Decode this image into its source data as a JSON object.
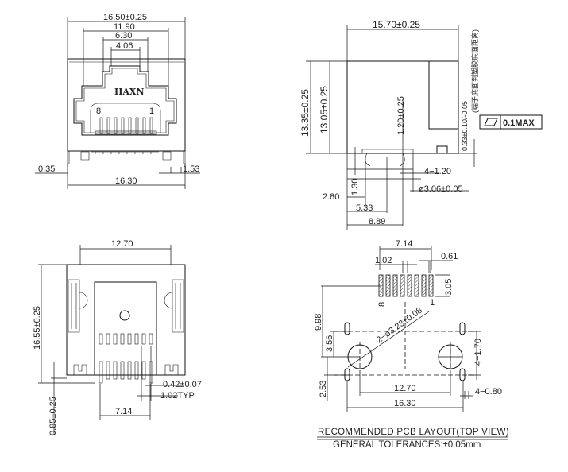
{
  "front_view": {
    "width_overall": "16.50±0.25",
    "dim_11_90": "11.90",
    "dim_6_30": "6.30",
    "dim_4_06": "4.06",
    "logo": "HAXN",
    "pin_8": "8",
    "pin_1": "1",
    "dim_0_35": "0.35",
    "dim_1_53": "1.53",
    "width_base": "16.30"
  },
  "side_view": {
    "length": "15.70±0.25",
    "height_total": "13.35±0.25",
    "height_body": "13.05±0.25",
    "dim_1_20": "1.20±0.25",
    "note_cn": "(端子底面到塑胶底面距离)",
    "dim_0_33": "0.33±0.10/-0.05",
    "flatness_value": "0.1MAX",
    "dim_4_1_20": "4−1.20",
    "post_diameter": "ø3.06±0.05",
    "dim_1_30": "1.30",
    "dim_2_80": "2.80",
    "dim_5_33": "5.33",
    "dim_8_89": "8.89"
  },
  "bottom_view": {
    "dim_12_70": "12.70",
    "height": "16.55±0.25",
    "dim_0_85": "0.85±0.25",
    "pin_width": "0.42±0.07",
    "pin_pitch": "1.02TYP",
    "dim_7_14": "7.14"
  },
  "pcb_layout": {
    "dim_7_14": "7.14",
    "dim_1_02": "1.02",
    "dim_0_61": "0.61",
    "dim_3_05": "3.05",
    "pin_8": "8",
    "pin_1": "1",
    "dim_9_98": "9.98",
    "dim_3_56": "3.56",
    "dim_2_53": "2.53",
    "hole_diameter": "2−ø3.23±0.08",
    "dim_4_1_70": "4−1.70",
    "dim_12_70": "12.70",
    "dim_16_30": "16.30",
    "dim_4_0_80": "4−0.80",
    "caption": "RECOMMENDED PCB LAYOUT(TOP VIEW)",
    "tolerance": "GENERAL TOLERANCES:±0.05mm"
  }
}
